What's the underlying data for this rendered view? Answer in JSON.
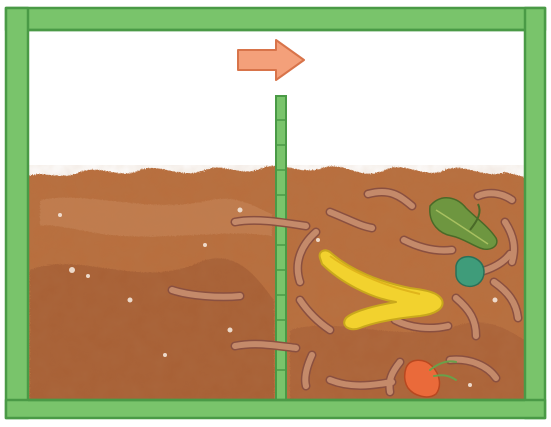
{
  "scene": {
    "subject": "worm-bin-cross-section",
    "compartments": [
      "left-soil",
      "right-soil-with-food-scraps"
    ],
    "arrow_direction": "right",
    "food_scraps": [
      "banana-peel",
      "lettuce-leaf",
      "green-scrap",
      "carrot-piece"
    ]
  },
  "colors": {
    "frame_fill": "#79c46b",
    "frame_stroke": "#4a9a46",
    "soil": "#b86e3e",
    "soil_dark": "#9a5530",
    "soil_light": "#c98a5c",
    "worm": "#c48a6a",
    "worm_outline": "#8a5040",
    "arrow_fill": "#f4a07a",
    "arrow_stroke": "#d8744a",
    "banana": "#f2d22e",
    "banana_outline": "#c9a81c",
    "lettuce": "#6e9640",
    "green_scrap": "#3f9c7a",
    "carrot": "#ea6a3a",
    "carrot_leaf": "#6aa04a",
    "sky": "#ffffff"
  }
}
